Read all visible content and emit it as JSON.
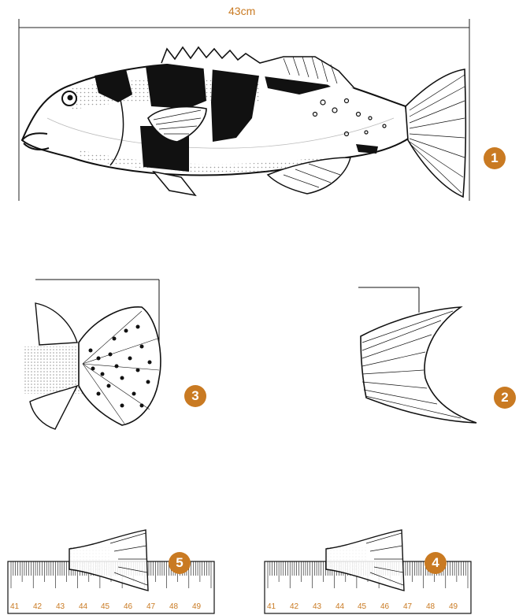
{
  "measurement": {
    "length_label": "43cm"
  },
  "badges": {
    "b1": "1",
    "b2": "2",
    "b3": "3",
    "b4": "4",
    "b5": "5"
  },
  "rulers": {
    "left": [
      "41",
      "42",
      "43",
      "44",
      "45",
      "46",
      "47",
      "48",
      "49"
    ],
    "right": [
      "41",
      "42",
      "43",
      "44",
      "45",
      "46",
      "47",
      "48",
      "49"
    ]
  },
  "colors": {
    "accent": "#c97a22",
    "ink": "#111111"
  }
}
